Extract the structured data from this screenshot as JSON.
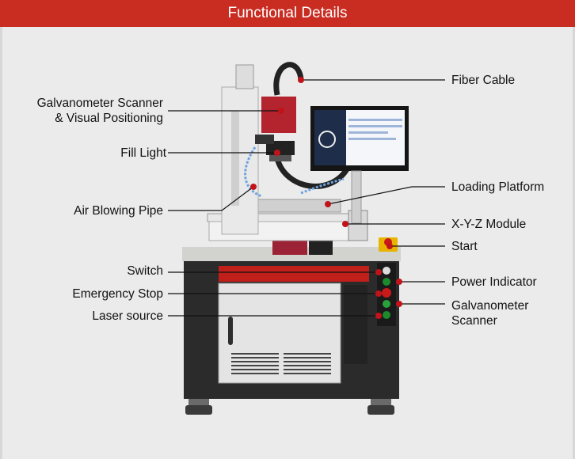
{
  "header": {
    "title": "Functional Details"
  },
  "labels_left": {
    "galvo_scanner": "Galvanometer Scanner\n& Visual Positioning",
    "fill_light": "Fill Light",
    "air_pipe": "Air Blowing Pipe",
    "switch": "Switch",
    "emergency_stop": "Emergency Stop",
    "laser_source": "Laser source"
  },
  "labels_right": {
    "fiber_cable": "Fiber Cable",
    "loading_platform": "Loading Platform",
    "xyz_module": "X-Y-Z Module",
    "start": "Start",
    "power_indicator": "Power Indicator",
    "galvo_scanner2": "Galvanometer\nScanner"
  },
  "colors": {
    "accent": "#c92d22",
    "marker": "#c0141a",
    "line": "#111111",
    "cabinet": "#2b2b2b",
    "table_top": "#d2d2cf"
  }
}
